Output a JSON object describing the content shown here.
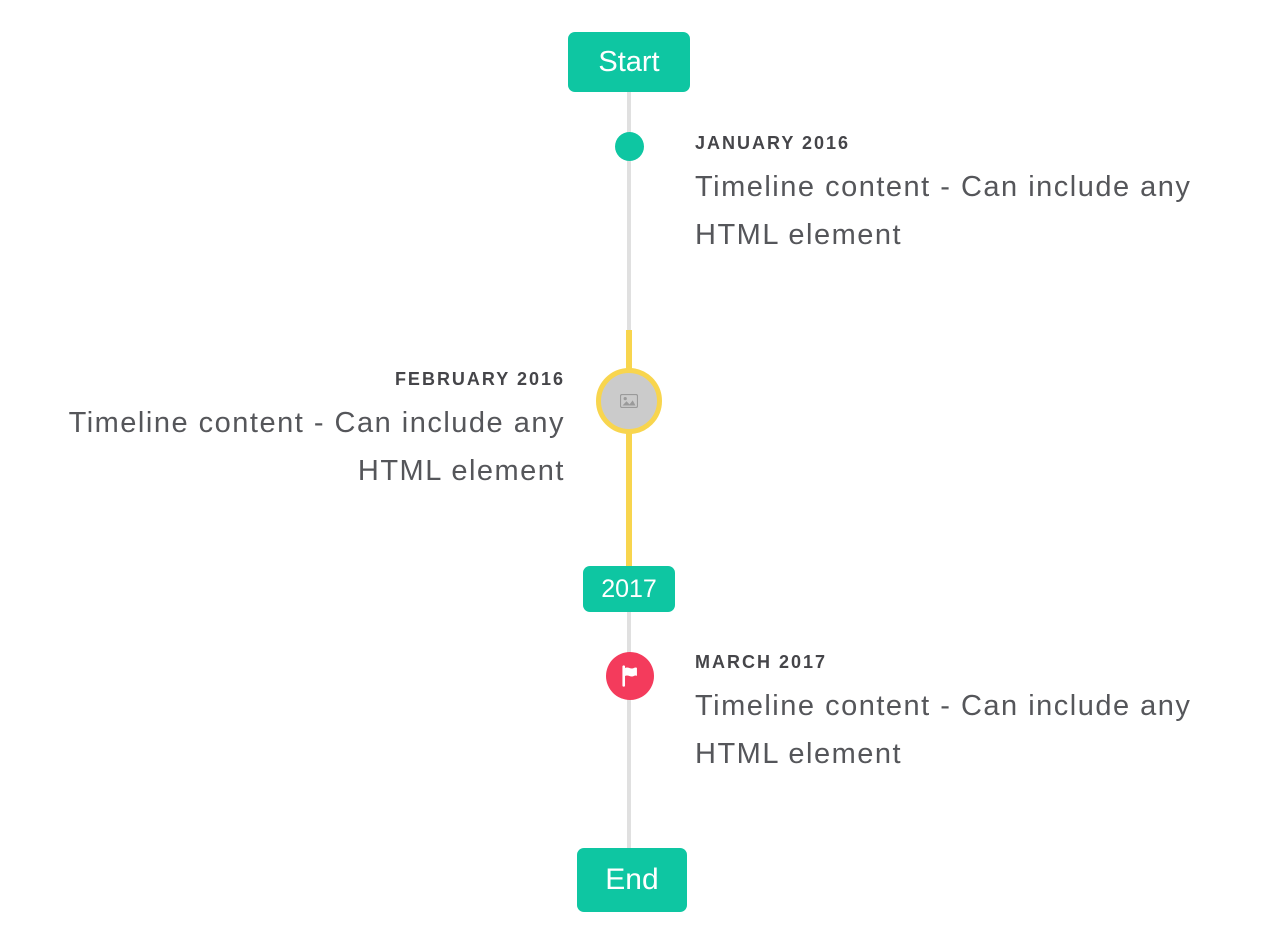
{
  "timeline": {
    "start_badge": {
      "label": "Start"
    },
    "year_badge": {
      "label": "2017"
    },
    "end_badge": {
      "label": "End"
    },
    "events": [
      {
        "title": "JANUARY 2016",
        "content": "Timeline content - Can include any HTML element",
        "side": "right",
        "marker": "teal-dot"
      },
      {
        "title": "FEBRUARY 2016",
        "content": "Timeline content - Can include any HTML element",
        "side": "left",
        "marker": "image-placeholder-circle",
        "highlighted": true
      },
      {
        "title": "MARCH 2017",
        "content": "Timeline content - Can include any HTML element",
        "side": "right",
        "marker": "red-flag-circle"
      }
    ],
    "colors": {
      "accent_teal": "#0ec6a2",
      "highlight_yellow": "#f8d54e",
      "flag_red": "#f43b5c",
      "line_gray": "#e0e0e0",
      "marker_gray_fill": "#cbcbcb",
      "icon_gray": "#9a9a9a",
      "title_text": "#454549",
      "body_text": "#55565a"
    }
  }
}
